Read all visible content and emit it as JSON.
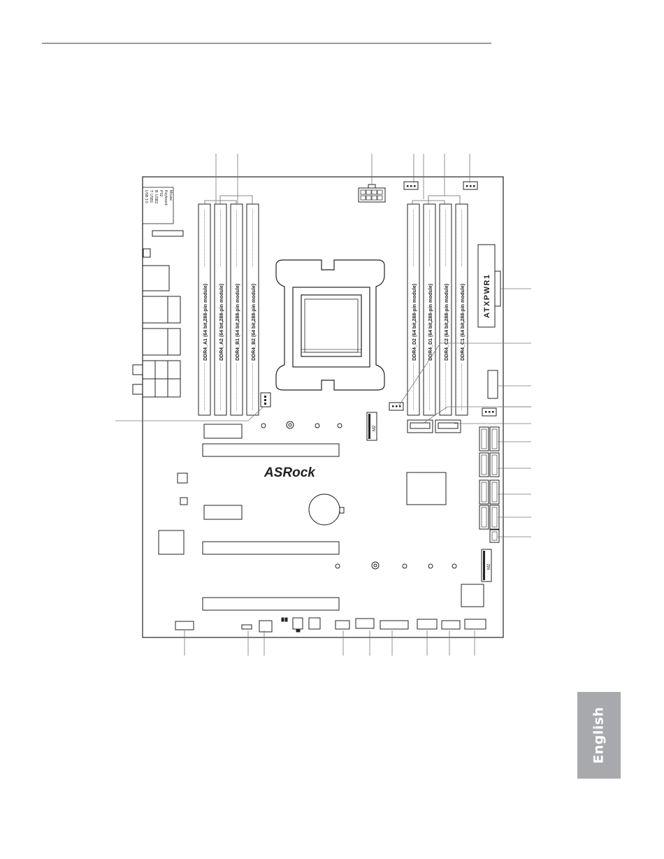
{
  "language_tab": "English",
  "memory_slots": {
    "left": [
      "DDR4_A1 (64 bit,288-pin module)",
      "DDR4_A2 (64 bit,288-pin module)",
      "DDR4_B1 (64 bit,288-pin module)",
      "DDR4_B2 (64 bit,288-pin module)"
    ],
    "right": [
      "DDR4_D2 (64 bit,288-pin module)",
      "DDR4_D1 (64 bit,288-pin module)",
      "DDR4_C2 (64 bit,288-pin module)",
      "DDR4_C1 (64 bit,288-pin module)"
    ]
  },
  "connectors": {
    "atx_power": "ATXPWR1",
    "brand_logo": "ASRock",
    "m2_top": "M2",
    "m2_bottom": "M2",
    "io_labels": [
      "USB 3.0",
      "T: USB1",
      "B: USB2",
      "PS2",
      "Keyboard",
      "Mouse"
    ]
  },
  "callout_count": 27
}
